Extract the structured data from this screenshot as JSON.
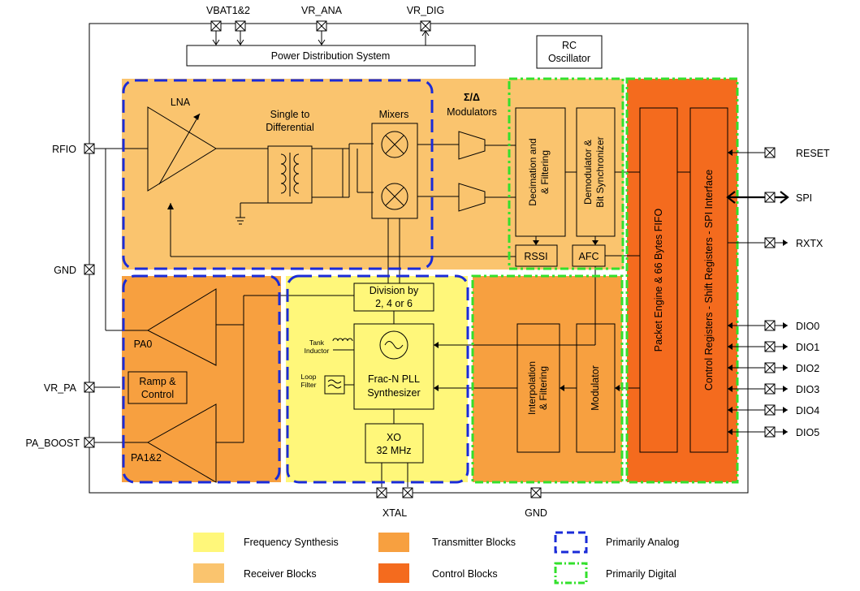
{
  "colors": {
    "frequency_synthesis": "#FFF77A",
    "receiver": "#FAC46E",
    "transmitter": "#F7A040",
    "control": "#F46B1E",
    "analog_border": "#1A2BD8",
    "digital_border": "#33E02C"
  },
  "top_pins": {
    "vbat": "VBAT1&2",
    "vr_ana": "VR_ANA",
    "vr_dig": "VR_DIG"
  },
  "bottom_pins": {
    "xtal": "XTAL",
    "gnd": "GND"
  },
  "left_pins": {
    "rfio": "RFIO",
    "gnd": "GND",
    "vr_pa": "VR_PA",
    "pa_boost": "PA_BOOST"
  },
  "right_pins": {
    "reset": "RESET",
    "spi": "SPI",
    "rxtx": "RXTX",
    "dio0": "DIO0",
    "dio1": "DIO1",
    "dio2": "DIO2",
    "dio3": "DIO3",
    "dio4": "DIO4",
    "dio5": "DIO5"
  },
  "blocks": {
    "power_distribution": "Power Distribution System",
    "rc_oscillator_1": "RC",
    "rc_oscillator_2": "Oscillator",
    "lna": "LNA",
    "single_to_diff_1": "Single to",
    "single_to_diff_2": "Differential",
    "mixers": "Mixers",
    "sigma_delta": "Σ/Δ",
    "modulators": "Modulators",
    "decimation_1": "Decimation and",
    "decimation_2": "& Filtering",
    "demodulator_1": "Demodulator &",
    "demodulator_2": "Bit Synchronizer",
    "rssi": "RSSI",
    "afc": "AFC",
    "packet_engine": "Packet Engine & 66 Bytes FIFO",
    "control_registers": "Control Registers - Shift Registers - SPI Interface",
    "division_1": "Division by",
    "division_2": "2, 4 or 6",
    "tank_1": "Tank",
    "tank_2": "Inductor",
    "loop_1": "Loop",
    "loop_2": "Filter",
    "fracn_1": "Frac-N PLL",
    "fracn_2": "Synthesizer",
    "xo_1": "XO",
    "xo_2": "32 MHz",
    "interpolation_1": "Interpolation",
    "interpolation_2": "& Filtering",
    "modulator": "Modulator",
    "pa0": "PA0",
    "pa12": "PA1&2",
    "ramp_1": "Ramp &",
    "ramp_2": "Control"
  },
  "legend": {
    "frequency_synthesis": "Frequency Synthesis",
    "receiver": "Receiver Blocks",
    "transmitter": "Transmitter Blocks",
    "control": "Control Blocks",
    "analog": "Primarily Analog",
    "digital": "Primarily Digital"
  }
}
